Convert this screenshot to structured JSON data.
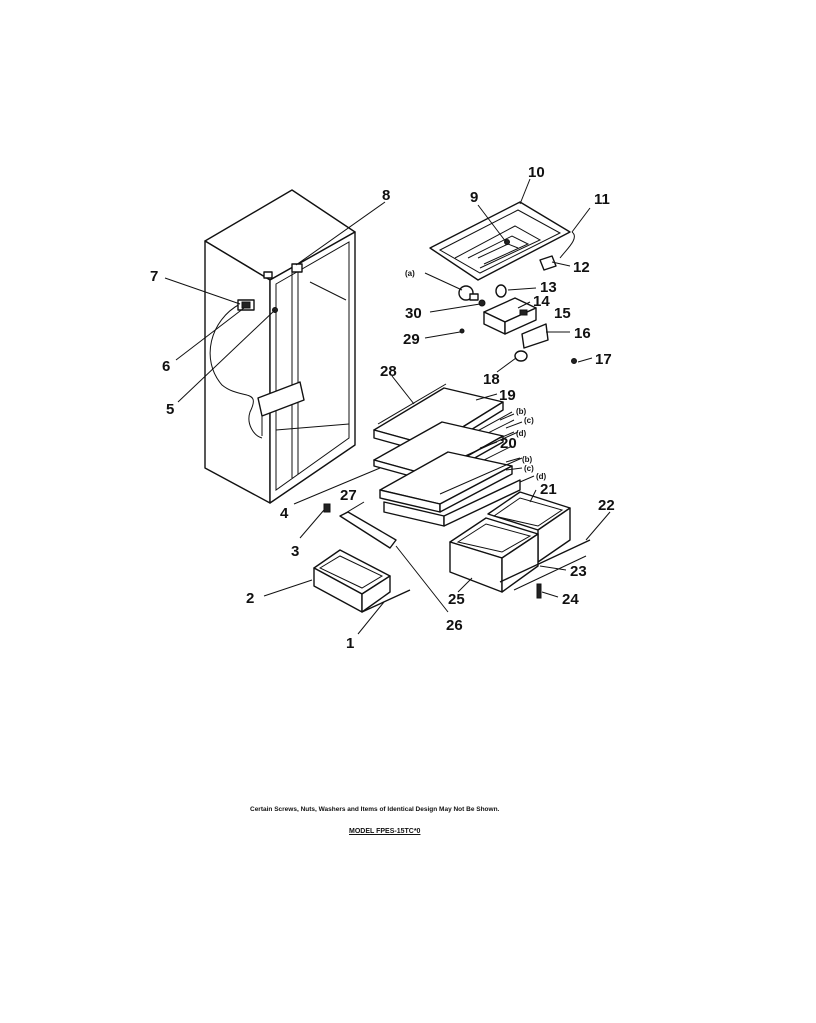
{
  "callouts": {
    "c1": "1",
    "c2": "2",
    "c3": "3",
    "c4": "4",
    "c5": "5",
    "c6": "6",
    "c7": "7",
    "c8": "8",
    "c9": "9",
    "c10": "10",
    "c11": "11",
    "c12": "12",
    "c13": "13",
    "c14": "14",
    "c15": "15",
    "c16": "16",
    "c17": "17",
    "c18": "18",
    "c19": "19",
    "c20": "20",
    "c21": "21",
    "c22": "22",
    "c23": "23",
    "c24": "24",
    "c25": "25",
    "c26": "26",
    "c27": "27",
    "c28": "28",
    "c29": "29",
    "c30": "30"
  },
  "sub_labels": {
    "a": "(a)",
    "b1": "(b)",
    "c1": "(c)",
    "d1": "(d)",
    "b2": "(b)",
    "c2": "(c)",
    "d2": "(d)"
  },
  "footer": {
    "note": "Certain Screws, Nuts, Washers and Items of Identical Design May Not Be Shown.",
    "model": "MODEL FPES-15TC*0"
  }
}
